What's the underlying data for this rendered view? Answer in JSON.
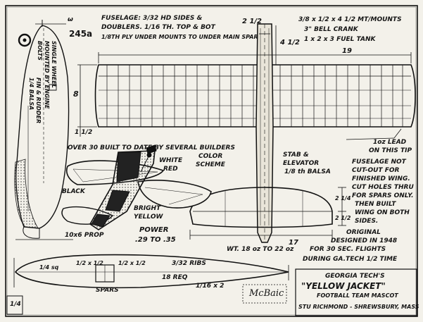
{
  "plan": {
    "plan_number": "245a",
    "page_number": "1/4",
    "side_note": [
      "SINGLE WHEEL",
      "MOUNTED BY ENGINE",
      "BOLTS"
    ],
    "fin_note": [
      "FIN & RUDDER",
      "1/4 BALSA"
    ],
    "fuselage_note": [
      "FUSELAGE: 3/32 HD SIDES &",
      "DOUBLERS. 1/16 TH. TOP & BOT",
      "1/8TH PLY UNDER MOUNTS TO UNDER MAIN SPAR"
    ],
    "mount_note": [
      "3/8 x 1/2 x 4 1/2 MT/MOUNTS",
      "3\" BELL CRANK",
      "1 x 2 x 3 FUEL TANK"
    ],
    "dims": {
      "d_2_half": "2 1/2",
      "d_4_half": "4 1/2",
      "d_19": "19",
      "d_8": "8",
      "d_1_half": "1 1/2",
      "d_17": "17",
      "d_2_quarter": "2 1/4",
      "d_2_half_tail": "2 1/2"
    },
    "lead_note": [
      "1oz LEAD",
      "ON THIS TIP"
    ],
    "built_note": "OVER 30 BUILT TO DATE  BY SEVERAL BUILDERS",
    "colors": {
      "white": "WHITE",
      "red": "RED",
      "scheme": [
        "COLOR",
        "SCHEME"
      ],
      "black": "BLACK",
      "bright_yellow": [
        "BRIGHT",
        "YELLOW"
      ]
    },
    "stab_note": [
      "STAB &",
      "ELEVATOR",
      "1/8 th BALSA"
    ],
    "fuselage_cut_note": [
      "FUSELAGE NOT",
      "CUT-OUT FOR",
      "FINISHED WING.",
      "CUT HOLES THRU",
      "FOR SPARS ONLY.",
      "THEN BUILT",
      "WING ON BOTH",
      "SIDES."
    ],
    "prop": "10x6 PROP",
    "power": [
      "POWER",
      ".29 TO .35"
    ],
    "weight": "WT. 18 oz TO 22 oz",
    "original": [
      "ORIGINAL",
      "DESIGNED IN 1948",
      "FOR 30 SEC. FLIGHTS",
      "DURING GA.TECH 1/2 TIME"
    ],
    "title_block": [
      "GEORGIA TECH'S",
      "\"YELLOW JACKET\"",
      "FOOTBALL TEAM MASCOT",
      "STU RICHMOND - SHREWSBURY, MASS"
    ],
    "rib_labels": {
      "tip": "1/4 sq",
      "spar1": "1/2 x 1/2",
      "spar2": "1/2 x 1/2",
      "ribs": "3/32 RIBS",
      "req": "18 REQ",
      "le": "1/16 x 2",
      "spars": "SPARS"
    },
    "signature": "McBaic",
    "omega": "ω"
  },
  "icons": [
    "wheel-icon"
  ]
}
